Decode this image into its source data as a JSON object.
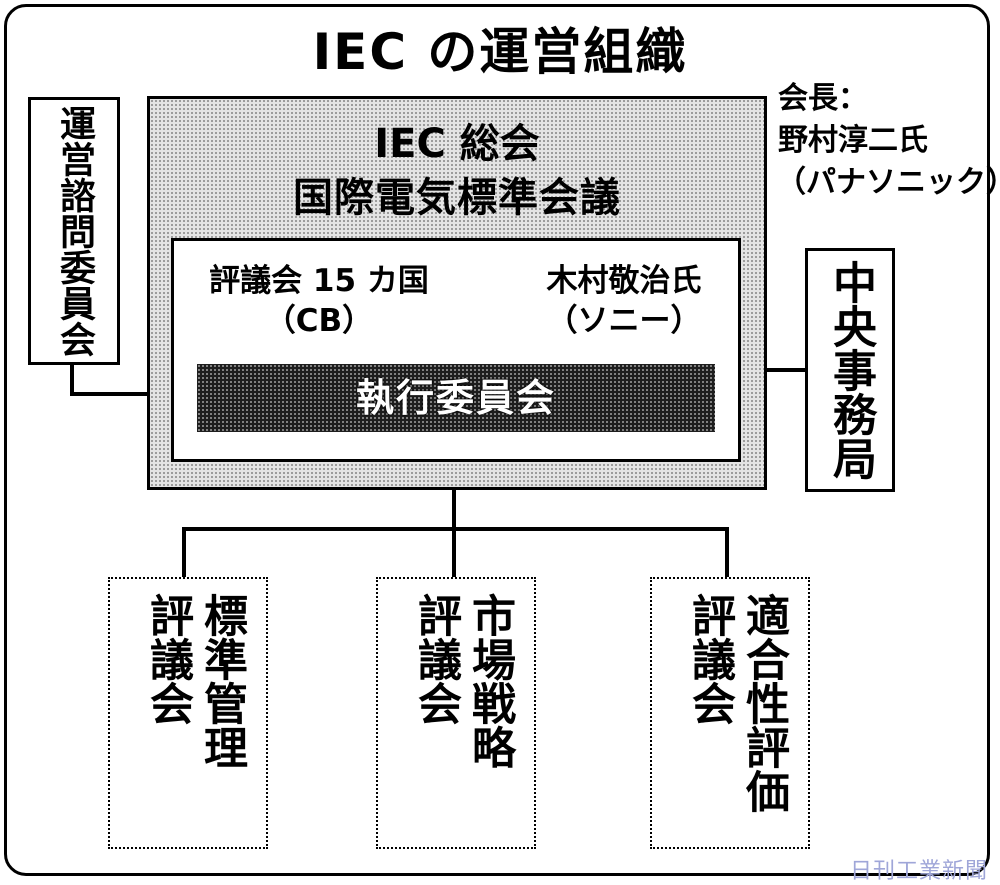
{
  "title": "IEC の運営組織",
  "chairman": {
    "line1": "会長：",
    "line2": "野村淳二氏",
    "line3": "（パナソニック）"
  },
  "general_meeting": {
    "line1": "IEC 総会",
    "line2": "国際電気標準会議"
  },
  "council_board": {
    "line1": "評議会 15 カ国",
    "line2": "（CB）"
  },
  "president": {
    "line1": "木村敬治氏",
    "line2": "（ソニー）"
  },
  "executive_committee": "執行委員会",
  "advisory_committee": "運営諮問委員会",
  "central_office": "中央事務局",
  "boards": [
    {
      "left": "評議会",
      "right": "標準管理"
    },
    {
      "left": "評議会",
      "right": "市場戦略"
    },
    {
      "left": "評議会",
      "right": "適合性評価"
    }
  ],
  "credit": "日刊工業新聞"
}
